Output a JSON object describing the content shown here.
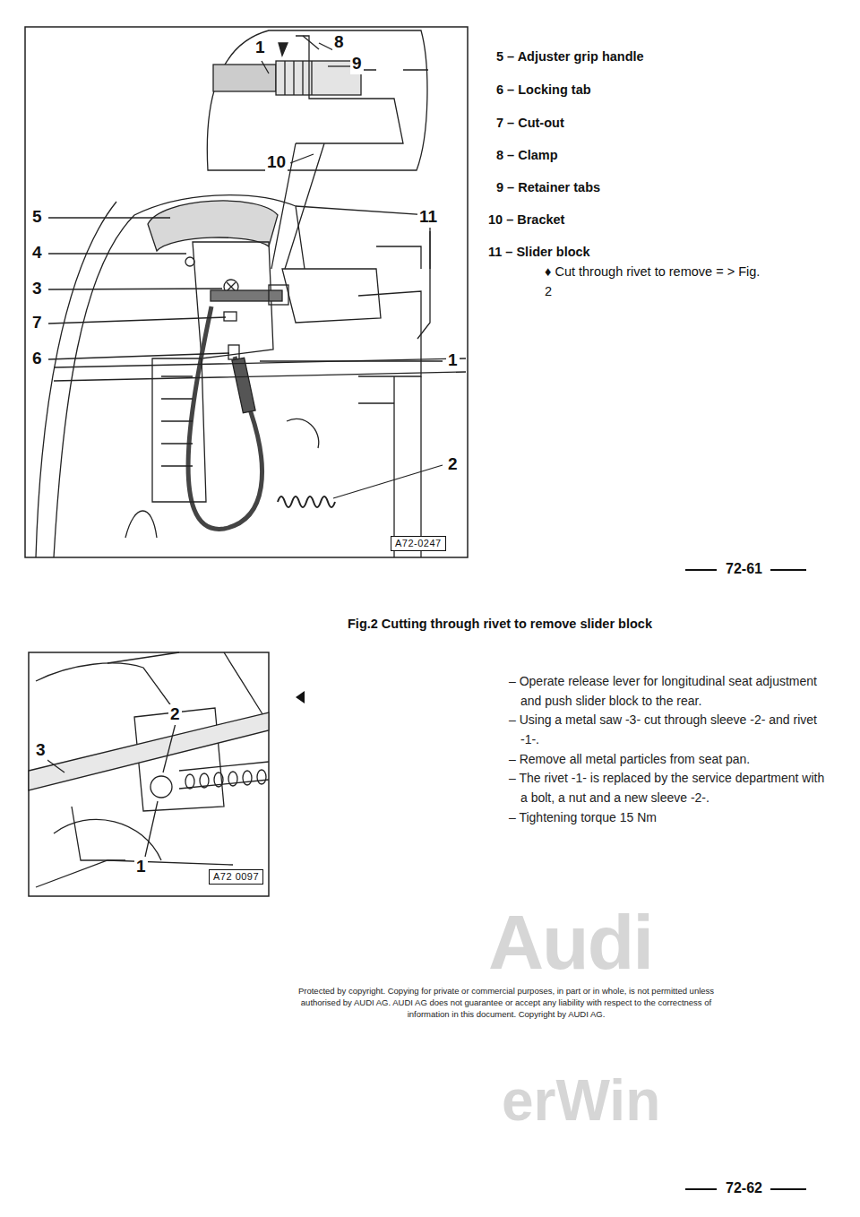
{
  "diagram": {
    "labels": [
      "1",
      "8",
      "9",
      "10",
      "5",
      "4",
      "3",
      "7",
      "6",
      "11",
      "1",
      "2",
      "A72-0247",
      "5 – Adjuster grip handle",
      "6 – Locking tab",
      "7 – Cut-out",
      "8 – Clamp",
      "9 – Retainer tabs",
      "10 – Bracket",
      "11 – Slider block",
      "♦ Cut through rivet to remove = > Fig. 2",
      "72-61",
      "Fig.2 Cutting through rivet to remove slider block",
      "– Operate release lever for longitudinal seat adjustment and push slider block to the rear.",
      "– Using a metal saw -3- cut through sleeve -2- and rivet -1-.",
      "– Remove all metal particles from seat pan.",
      "– The rivet -1- is replaced by the service department with a bolt, a nut and a new sleeve -2-.",
      "– Tightening torque 15 Nm",
      "2",
      "3",
      "1",
      "A72 0097",
      "Protected by copyright. Copying for private or commercial purposes, in part or in whole, is not permitted unless authorised by AUDI AG. AUDI AG does not guarantee or accept any liability with respect to the correctness of information in this document. Copyright by AUDI AG.",
      "Audi",
      "erWin",
      "72-62"
    ]
  }
}
